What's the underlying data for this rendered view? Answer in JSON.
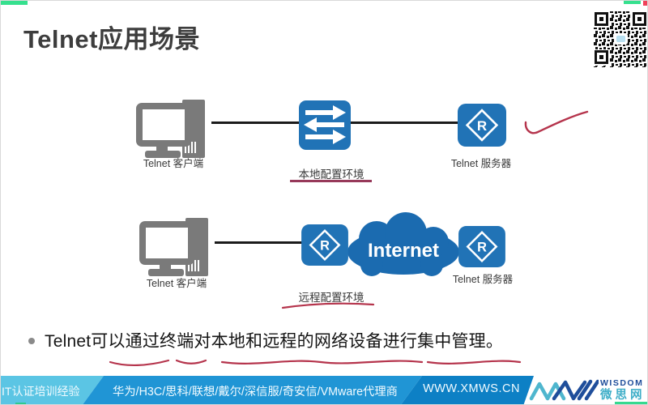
{
  "title": "Telnet应用场景",
  "diagram": {
    "router_letter": "R",
    "local": {
      "client_label": "Telnet 客户端",
      "server_label": "Telnet 服务器",
      "caption": "本地配置环境"
    },
    "remote": {
      "client_label": "Telnet 客户端",
      "server_label": "Telnet 服务器",
      "caption": "远程配置环境",
      "cloud_label": "Internet"
    }
  },
  "bullet": {
    "text": "Telnet可以通过终端对本地和远程的网络设备进行集中管理。"
  },
  "footer": {
    "experience": "IT认证培训经验",
    "vendors": "华为/H3C/思科/联想/戴尔/深信服/奇安信/VMware代理商",
    "website": "WWW.XMWS.CN",
    "logo_en": "WISDOM",
    "logo_cn": "微思网"
  },
  "colors": {
    "device_blue": "#2173b6",
    "cloud_blue": "#1b6bb0",
    "device_gray": "#7a7a7a",
    "annotation_red": "#b5344c",
    "caption_underline": "#97395a",
    "footer_light": "#5bc5e4",
    "footer_mid": "#2095d5",
    "footer_dark": "#0d80c5",
    "logo_dark_blue": "#1f4e9b",
    "logo_teal": "#3faec8",
    "deco_green": "#36e08e"
  }
}
